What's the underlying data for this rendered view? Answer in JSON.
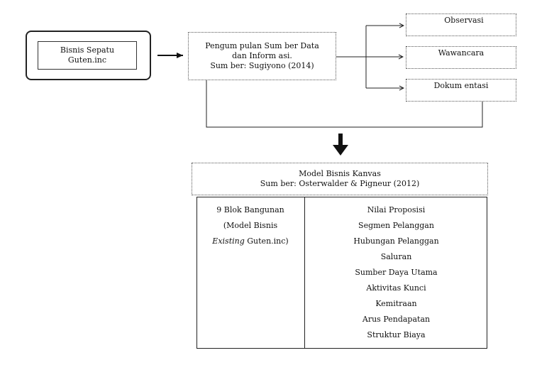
{
  "source": {
    "line1": "Bisnis Sepatu",
    "line2": "Guten.inc"
  },
  "collection": {
    "line1": "Pengum pulan Sum ber Data",
    "line2": "dan Inform asi.",
    "line3": "Sum ber: Sugiyono (2014)"
  },
  "methods": [
    {
      "label": "Observasi"
    },
    {
      "label": "Wawancara"
    },
    {
      "label": "Dokum entasi"
    }
  ],
  "canvas": {
    "title": "Model Bisnis Kanvas",
    "source": "Sum ber: Osterwalder & Pigneur (2012)",
    "left": {
      "line1": "9 Blok Bangunan",
      "line2": "(Model Bisnis",
      "line3_italic": "Existing",
      "line3_rest": " Guten.inc)"
    },
    "blocks": [
      "Nilai Proposisi",
      "Segmen Pelanggan",
      "Hubungan Pelanggan",
      "Saluran",
      "Sumber Daya Utama",
      "Aktivitas Kunci",
      "Kemitraan",
      "Arus Pendapatan",
      "Struktur Biaya"
    ]
  }
}
